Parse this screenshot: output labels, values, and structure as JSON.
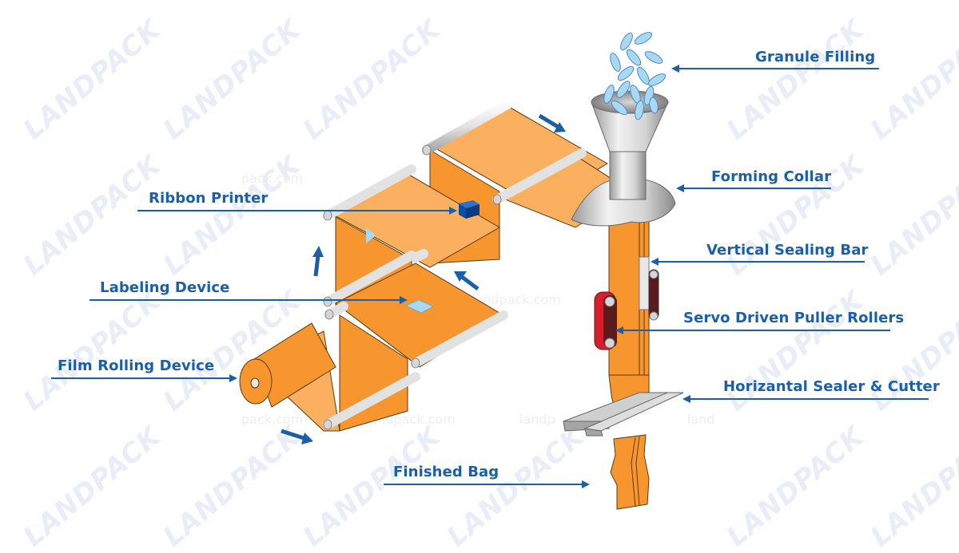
{
  "watermark": {
    "brand": "LANDPACK",
    "url": "landpack.com",
    "url_fragments": [
      "pack.com",
      "landpack.com",
      "landp",
      "land",
      "landpack.com"
    ]
  },
  "labels": {
    "granule_filling": "Granule Filling",
    "forming_collar": "Forming Collar",
    "ribbon_printer": "Ribbon Printer",
    "vertical_sealing_bar": "Vertical Sealing Bar",
    "labeling_device": "Labeling Device",
    "servo_puller_rollers": "Servo Driven Puller Rollers",
    "film_rolling_device": "Film Rolling  Device",
    "horizontal_sealer_cutter": "Horizantal Sealer & Cutter",
    "finished_bag": "Finished Bag"
  },
  "colors": {
    "label_blue": "#1a5fa8",
    "film_orange": "#f7962e",
    "film_light": "#fbb060",
    "roller_gray": "#e6e6e6",
    "puller_red": "#d81e2c",
    "puller_dark": "#5a1a1e",
    "granule_blue": "#a9d8f5",
    "printer_blue": "#0a4ea8"
  }
}
